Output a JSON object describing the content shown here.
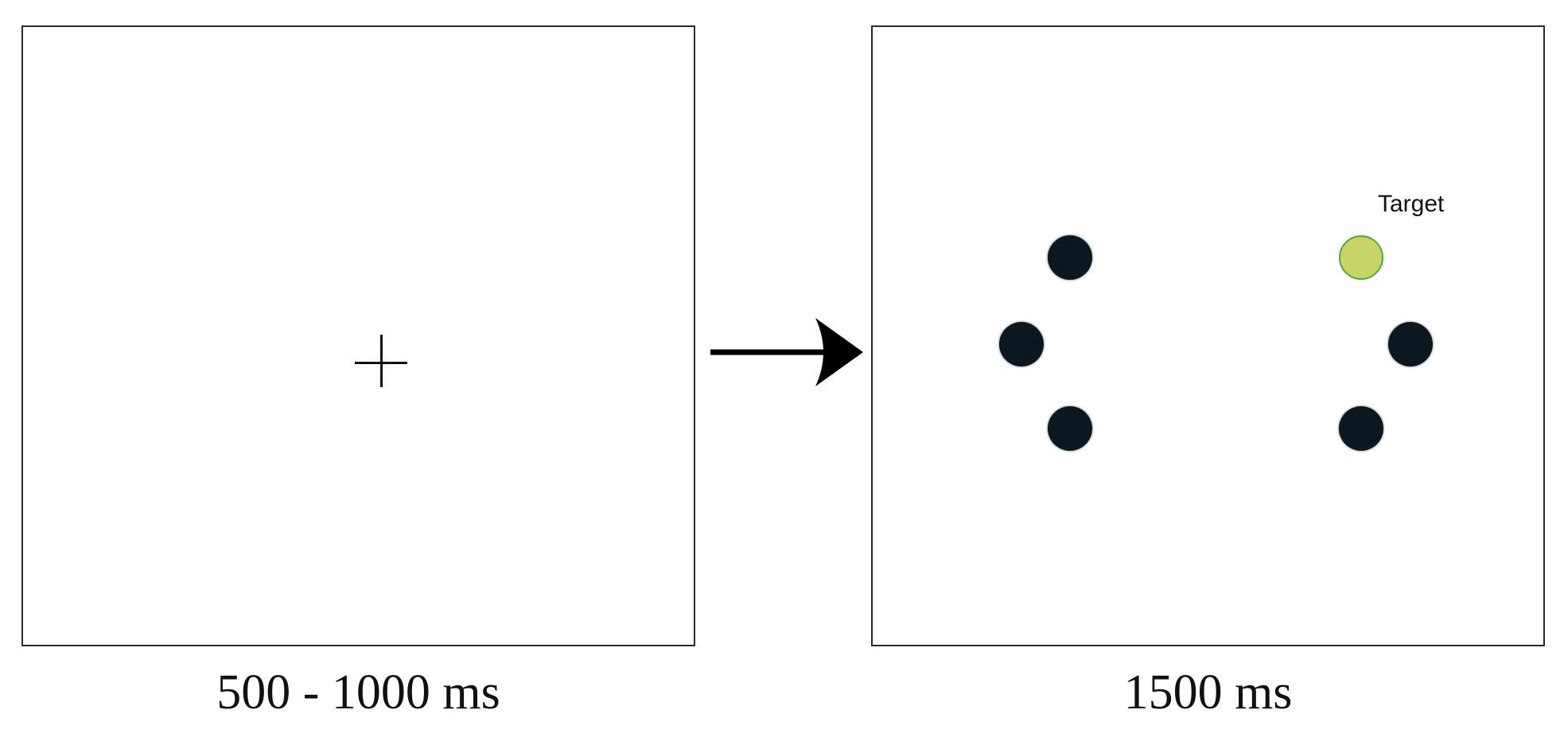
{
  "frames": [
    {
      "id": "fixation",
      "caption": "500 - 1000 ms",
      "content": "fixation-cross"
    },
    {
      "id": "search",
      "caption": "1500 ms",
      "target_label": "Target",
      "colors": {
        "distractor": "#0b1820",
        "target_fill": "#c6d468",
        "target_border": "#4ea83a"
      }
    }
  ],
  "connector": "arrow-right-icon"
}
